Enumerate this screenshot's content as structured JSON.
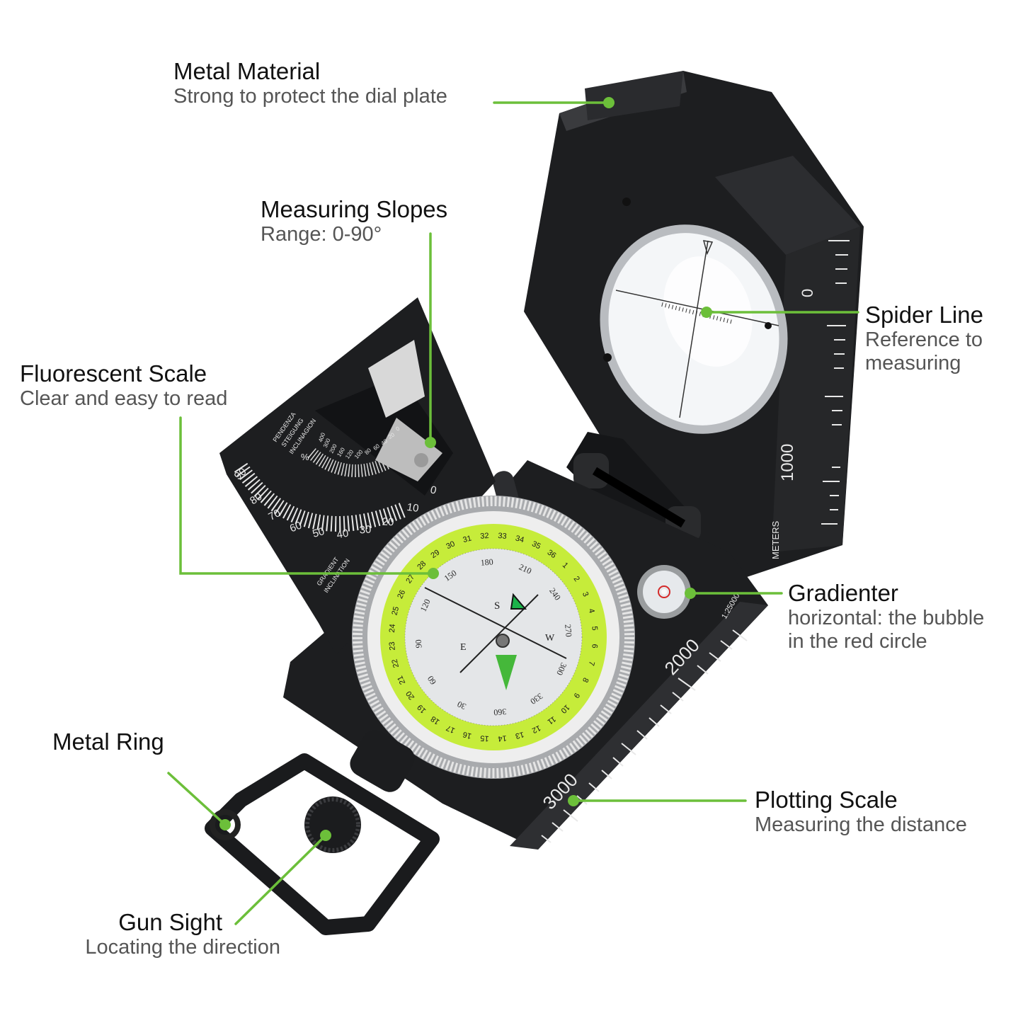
{
  "colors": {
    "accent": "#6cbf3a",
    "body": "#1e1f21",
    "dial_green": "#c8ee3c",
    "dial_face": "#e6e8ea",
    "ring": "#c9c9c9"
  },
  "callouts": {
    "metal_material": {
      "title": "Metal Material",
      "desc": "Strong to protect the dial plate"
    },
    "measuring_slopes": {
      "title": "Measuring Slopes",
      "desc": "Range: 0-90°"
    },
    "fluorescent_scale": {
      "title": "Fluorescent Scale",
      "desc": "Clear and easy to read"
    },
    "spider_line": {
      "title": "Spider Line",
      "desc": "Reference to\nmeasuring"
    },
    "gradienter": {
      "title": "Gradienter",
      "desc": "horizontal: the bubble\nin the red circle"
    },
    "metal_ring": {
      "title": "Metal Ring"
    },
    "plotting_scale": {
      "title": "Plotting Scale",
      "desc": "Measuring the distance"
    },
    "gun_sight": {
      "title": "Gun Sight",
      "desc": "Locating the direction"
    }
  },
  "device": {
    "lid_scale": {
      "zero": "0",
      "thousand": "1000",
      "unit": "METERS"
    },
    "base_scale": {
      "two_thousand": "2000",
      "three_thousand": "3000",
      "ratio": "1:25000"
    },
    "clinometer": {
      "lines": [
        "PENDENZA",
        "STEIGUNG",
        "INCLINAGION"
      ],
      "footer": [
        "GRADIENT",
        "INCLINATION"
      ],
      "degrees": [
        "90",
        "80",
        "70",
        "60",
        "50",
        "40",
        "30",
        "20",
        "10",
        "0"
      ],
      "percent_symbol": "%",
      "percent": [
        "400",
        "300",
        "200",
        "160",
        "120",
        "100",
        "80",
        "60",
        "40",
        "20",
        "0"
      ]
    },
    "dial": {
      "outer_numbers": [
        "1",
        "2",
        "3",
        "4",
        "5",
        "6",
        "7",
        "8",
        "9",
        "10",
        "11",
        "12",
        "13",
        "14",
        "15",
        "16",
        "17",
        "18",
        "19",
        "20",
        "21",
        "22",
        "23",
        "24",
        "25",
        "26",
        "27",
        "28",
        "29",
        "30",
        "31",
        "32",
        "33",
        "34",
        "35",
        "36"
      ],
      "face_numbers": [
        "180",
        "150",
        "120",
        "90",
        "60",
        "30",
        "360",
        "330",
        "300",
        "270",
        "240",
        "210"
      ],
      "cardinals": {
        "south": "S",
        "east": "E",
        "west": "W"
      }
    }
  }
}
